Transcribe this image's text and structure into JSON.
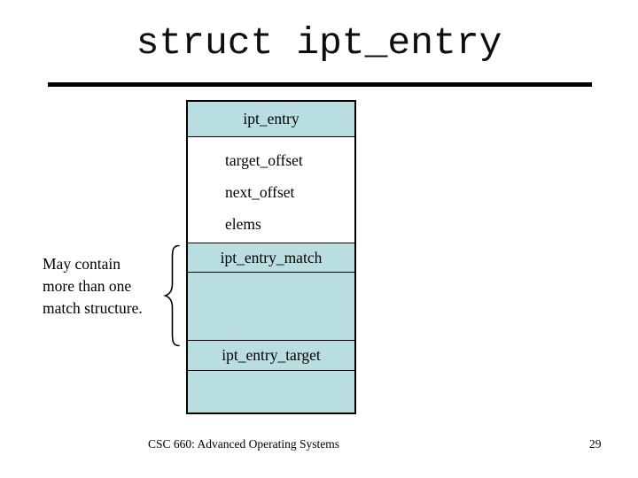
{
  "slide": {
    "title": "struct ipt_entry",
    "footer": "CSC 660: Advanced Operating Systems",
    "page_number": "29"
  },
  "diagram": {
    "header": "ipt_entry",
    "fields": [
      "target_offset",
      "next_offset",
      "elems"
    ],
    "match_label": "ipt_entry_match",
    "target_label": "ipt_entry_target",
    "cell_fill": "#b9dee2",
    "border_color": "#000000"
  },
  "note": {
    "lines": [
      "May contain",
      "more than one",
      "match structure."
    ]
  }
}
